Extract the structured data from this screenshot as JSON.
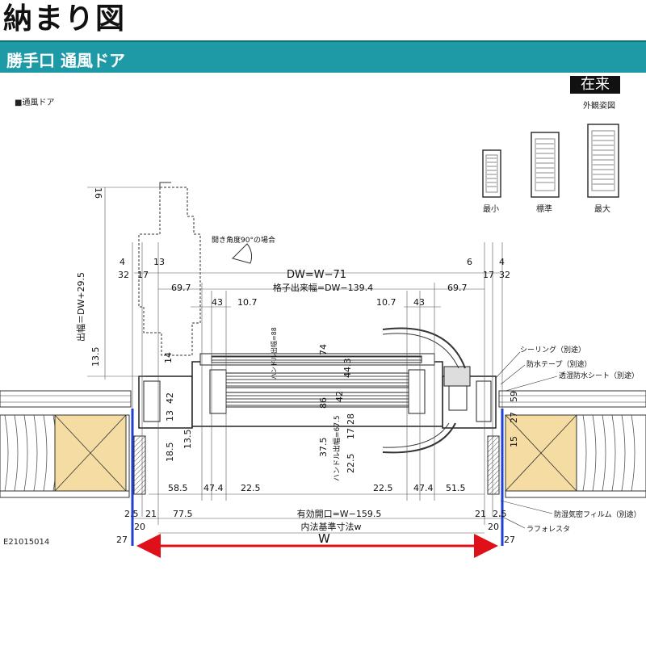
{
  "title": "納まり図",
  "subtitle": "勝手口 通風ドア",
  "section_label": "■通風ドア",
  "badge": {
    "text": "在来",
    "caption": "外観姿図"
  },
  "variants": [
    {
      "label": "最小"
    },
    {
      "label": "標準"
    },
    {
      "label": "最大"
    }
  ],
  "doc_code": "E21015014",
  "colors": {
    "header_teal": "#1e9aa6",
    "wall_wood": "#f5dca3",
    "guide_blue": "#2040d0",
    "width_arrow": "#e0101a"
  },
  "dimensions": {
    "d16": "16",
    "projection": "出幅＝DW+29.5",
    "open_angle": "開き角度90°の場合",
    "d4_left": "4",
    "d13": "13",
    "d6": "6",
    "d4_right": "4",
    "d32_left": "32",
    "d17_left": "17",
    "d17_right": "17",
    "d32_right": "32",
    "dw": "DW=W−71",
    "lattice": "格子出来幅=DW−139.4",
    "d69_7_left": "69.7",
    "d69_7_right": "69.7",
    "d43_left": "43",
    "d10_7_left": "10.7",
    "d10_7_right": "10.7",
    "d43_right": "43",
    "handle_88": "ハンドル出幅=88",
    "d74": "74",
    "d44_3": "44.3",
    "d13_5_top": "13.5",
    "d14": "14",
    "d42_left": "42",
    "d13_small": "13",
    "d86": "86",
    "d42_mid": "42",
    "d28": "28",
    "d17_mid": "17",
    "d37_5": "37.5",
    "handle_67_5": "ハンドル出幅=67.5",
    "d22_5_vertical": "22.5",
    "d18_5": "18.5",
    "d13_5_bottom": "13.5",
    "d59": "59",
    "d27_right_wall": "27",
    "d15": "15",
    "d58_5": "58.5",
    "d47_4_left": "47.4",
    "d22_5_left": "22.5",
    "d22_5_right": "22.5",
    "d47_4_right": "47.4",
    "d51_5": "51.5",
    "d2_5_left": "2.5",
    "d21_left": "21",
    "d77_5": "77.5",
    "effective_opening": "有効開口=W−159.5",
    "d21_right": "21",
    "d2_5_right": "2.5",
    "d20_left": "20",
    "inner_ref": "内法基準寸法w",
    "d20_right": "20",
    "d27_left": "27",
    "w": "W",
    "d27_right": "27"
  },
  "annotations": {
    "sealing": "シーリング（別途）",
    "waterproof_tape": "防水テープ（別途）",
    "breathable_sheet": "透湿防水シート（別途）",
    "vapor_film": "防湿気密フィルム（別途）",
    "raforesta": "ラフォレスタ"
  }
}
